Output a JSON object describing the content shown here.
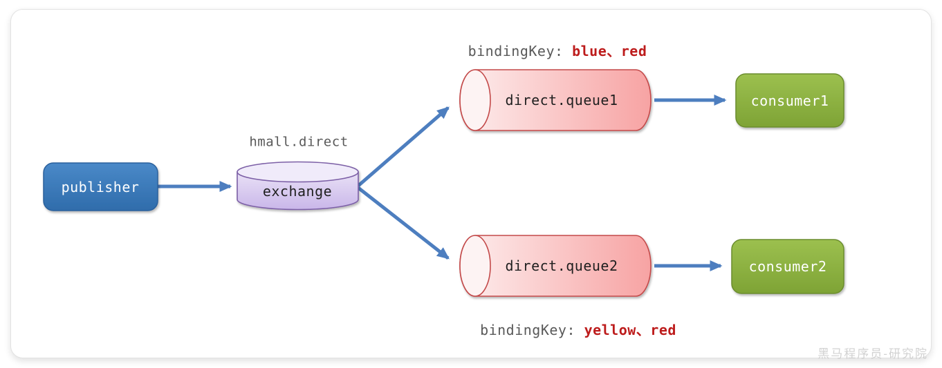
{
  "diagram": {
    "title": "hmall.direct",
    "nodes": {
      "publisher": {
        "label": "publisher"
      },
      "exchange": {
        "label": "exchange"
      },
      "queue1": {
        "label": "direct.queue1"
      },
      "queue2": {
        "label": "direct.queue2"
      },
      "consumer1": {
        "label": "consumer1"
      },
      "consumer2": {
        "label": "consumer2"
      }
    },
    "bindings": {
      "queue1": {
        "prefix": "bindingKey: ",
        "keys": "blue、red"
      },
      "queue2": {
        "prefix": "bindingKey: ",
        "keys": "yellow、red"
      }
    },
    "colors": {
      "publisher_blue": "#3a76b8",
      "exchange_purple": "#c9b6e9",
      "queue_pink": "#f7a3a3",
      "queue_border_red": "#c34a4a",
      "consumer_green": "#8cb13f",
      "arrow_blue": "#4d7ebf",
      "binding_key_red": "#bd1c1c",
      "label_gray": "#595959"
    },
    "watermark": "黑马程序员-研究院"
  }
}
